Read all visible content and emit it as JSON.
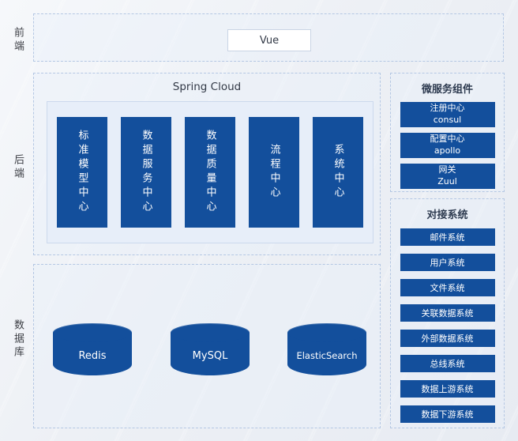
{
  "colors": {
    "node_blue": "#134f9c",
    "dashed_border": "#b4c7e3",
    "inner_panel_bg": "#e7eef9"
  },
  "layers": {
    "frontend": "前端",
    "backend": "后端",
    "database": "数据库"
  },
  "frontend": {
    "vue_label": "Vue"
  },
  "backend": {
    "title": "Spring Cloud",
    "centers": [
      "标准模型中心",
      "数据服务中心",
      "数据质量中心",
      "流程中心",
      "系统中心"
    ]
  },
  "microservices": {
    "title": "微服务组件",
    "items": [
      {
        "line1": "注册中心",
        "line2": "consul"
      },
      {
        "line1": "配置中心",
        "line2": "apollo"
      },
      {
        "line1": "网关",
        "line2": "Zuul"
      }
    ]
  },
  "integration": {
    "title": "对接系统",
    "items": [
      "邮件系统",
      "用户系统",
      "文件系统",
      "关联数据系统",
      "外部数据系统",
      "总线系统",
      "数据上游系统",
      "数据下游系统"
    ]
  },
  "databases": {
    "items": [
      "Redis",
      "MySQL",
      "ElasticSearch"
    ]
  }
}
